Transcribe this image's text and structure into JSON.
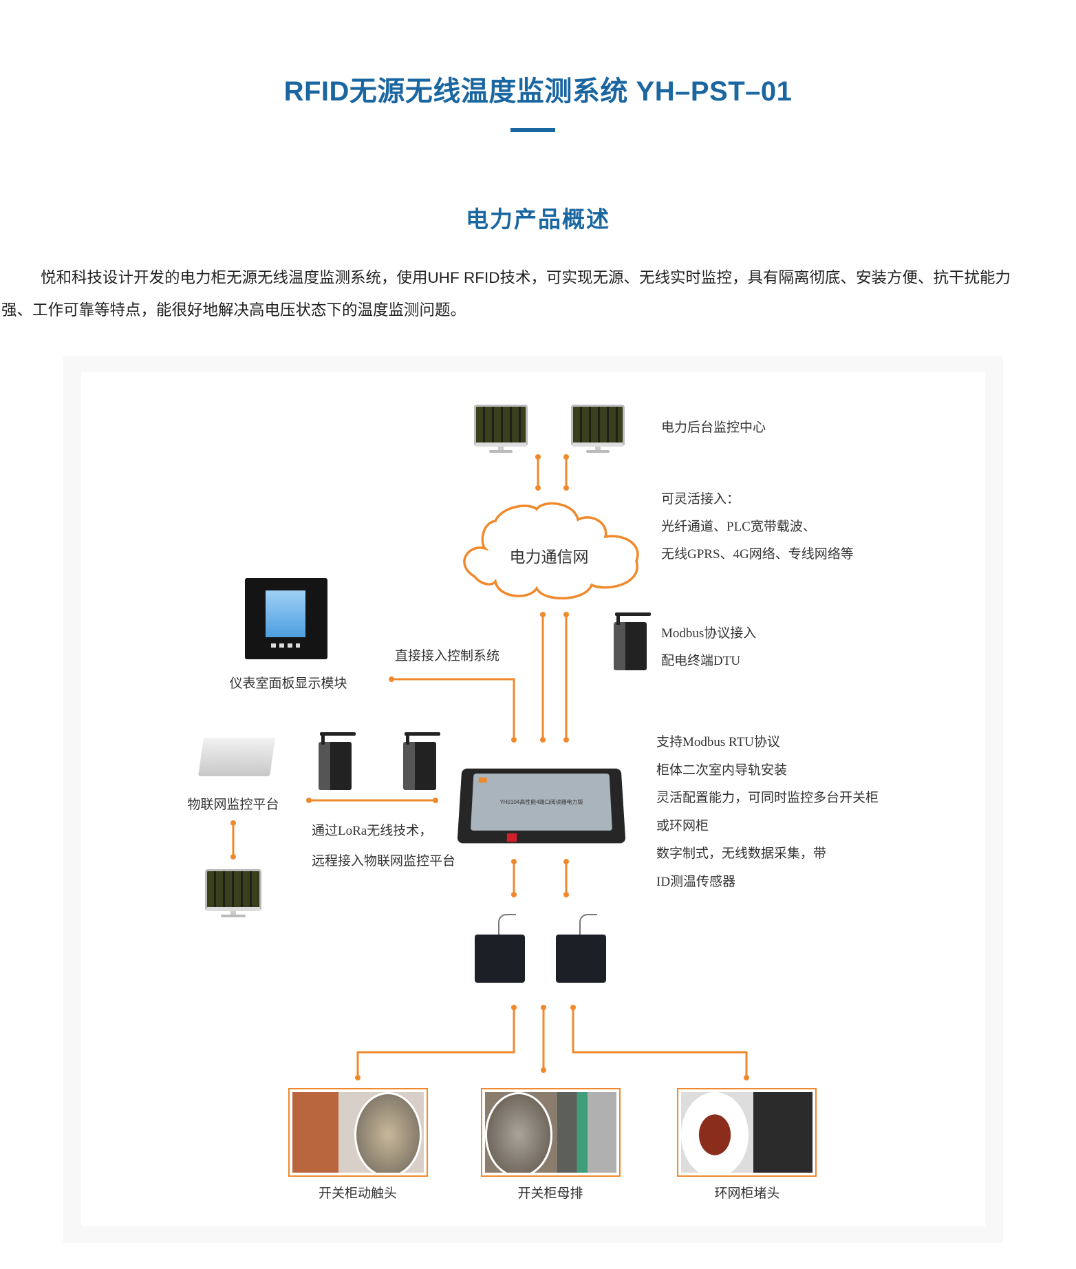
{
  "header": {
    "title": "RFID无源无线温度监测系统 YH–PST–01",
    "subtitle": "电力产品概述",
    "intro_line1": "悦和科技设计开发的电力柜无源无线温度监测系统，使用UHF RFID技术，可实现无源、无线实时监控，具有隔离彻底、安装方便、抗干扰能力",
    "intro_line2": "强、工作可靠等特点，能很好地解决高电压状态下的温度监测问题。"
  },
  "diagram": {
    "monitoring_center": "电力后台监控中心",
    "access": {
      "heading": "可灵活接入：",
      "line1": "光纤通道、PLC宽带载波、",
      "line2": "无线GPRS、4G网络、专线网络等"
    },
    "cloud_label": "电力通信网",
    "dtu": {
      "line1": "Modbus协议接入",
      "line2": "配电终端DTU"
    },
    "direct_access": "直接接入控制系统",
    "meter_panel": "仪表室面板显示模块",
    "iot_platform": "物联网监控平台",
    "lora": {
      "line1": "通过LoRa无线技术，",
      "line2": "远程接入物联网监控平台"
    },
    "reader_features": [
      "支持Modbus RTU协议",
      "柜体二次室内导轨安装",
      "灵活配置能力，可同时监控多台开关柜",
      "或环网柜",
      "数字制式，无线数据采集，带",
      "ID测温传感器"
    ],
    "reader_panel_text": "YH0104高性能4端口阅读器电力版",
    "applications": [
      "开关柜动触头",
      "开关柜母排",
      "环网柜堵头"
    ]
  },
  "colors": {
    "brand_blue": "#1a66a0",
    "connector_orange": "#f0892c"
  }
}
